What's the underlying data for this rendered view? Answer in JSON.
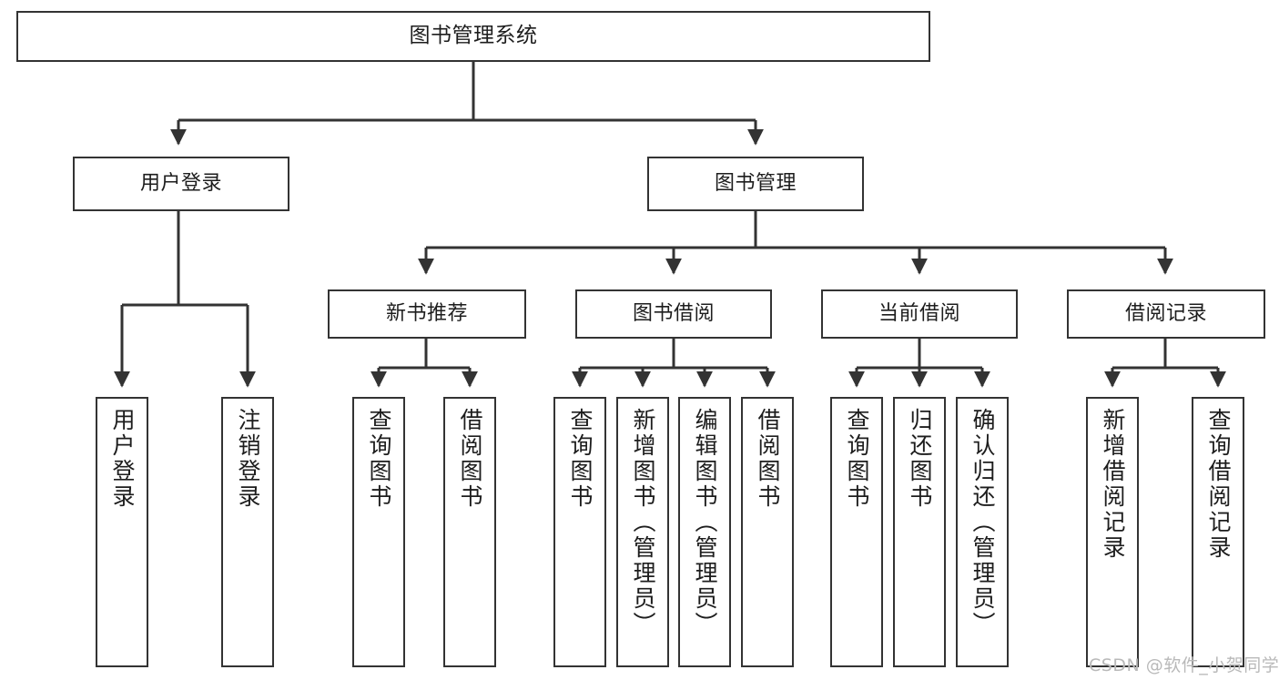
{
  "diagram": {
    "title": "图书管理系统",
    "watermark": "CSDN @软件_小贺同学",
    "colors": {
      "background": "#ffffff",
      "stroke": "#333333",
      "text": "#1d1d1d",
      "watermark": "#b9b9b9"
    },
    "root": {
      "label": "图书管理系统"
    },
    "level1": [
      {
        "label": "用户登录"
      },
      {
        "label": "图书管理"
      }
    ],
    "level2": [
      {
        "label": "新书推荐"
      },
      {
        "label": "图书借阅"
      },
      {
        "label": "当前借阅"
      },
      {
        "label": "借阅记录"
      }
    ],
    "leaves": {
      "user_login": [
        {
          "label": "用户登录"
        },
        {
          "label": "注销登录"
        }
      ],
      "new_book_recommend": [
        {
          "label": "查询图书"
        },
        {
          "label": "借阅图书"
        }
      ],
      "book_borrow": [
        {
          "label": "查询图书"
        },
        {
          "label": "新增图书（管理员）"
        },
        {
          "label": "编辑图书（管理员）"
        },
        {
          "label": "借阅图书"
        }
      ],
      "current_borrow": [
        {
          "label": "查询图书"
        },
        {
          "label": "归还图书"
        },
        {
          "label": "确认归还（管理员）"
        }
      ],
      "borrow_record": [
        {
          "label": "新增借阅记录"
        },
        {
          "label": "查询借阅记录"
        }
      ]
    }
  }
}
